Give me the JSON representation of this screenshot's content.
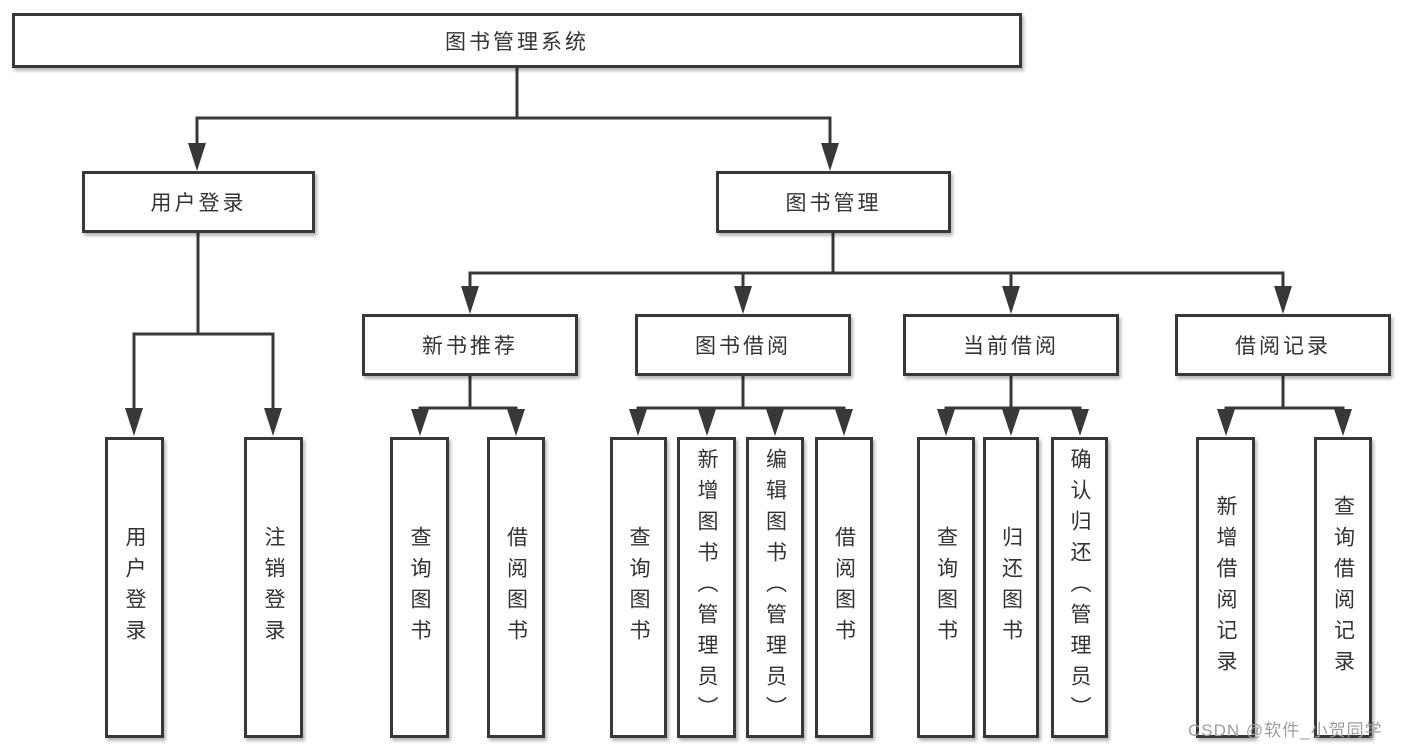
{
  "diagram": {
    "tree": {
      "label": "图书管理系统",
      "children": [
        {
          "label": "用户登录",
          "children": [
            {
              "label": "用户登录"
            },
            {
              "label": "注销登录"
            }
          ]
        },
        {
          "label": "图书管理",
          "children": [
            {
              "label": "新书推荐",
              "children": [
                {
                  "label": "查询图书"
                },
                {
                  "label": "借阅图书"
                }
              ]
            },
            {
              "label": "图书借阅",
              "children": [
                {
                  "label": "查询图书"
                },
                {
                  "label": "新增图书（管理员）"
                },
                {
                  "label": "编辑图书（管理员）"
                },
                {
                  "label": "借阅图书"
                }
              ]
            },
            {
              "label": "当前借阅",
              "children": [
                {
                  "label": "查询图书"
                },
                {
                  "label": "归还图书"
                },
                {
                  "label": "确认归还（管理员）"
                }
              ]
            },
            {
              "label": "借阅记录",
              "children": [
                {
                  "label": "新增借阅记录"
                },
                {
                  "label": "查询借阅记录"
                }
              ]
            }
          ]
        }
      ]
    },
    "watermark": {
      "text": "CSDN @软件_小贺同学"
    },
    "colors": {
      "line": "#383838",
      "box_border": "#383838",
      "box_fill": "#ffffff",
      "text": "#333333",
      "watermark": "#9e9e9e",
      "background": "#ffffff"
    }
  }
}
